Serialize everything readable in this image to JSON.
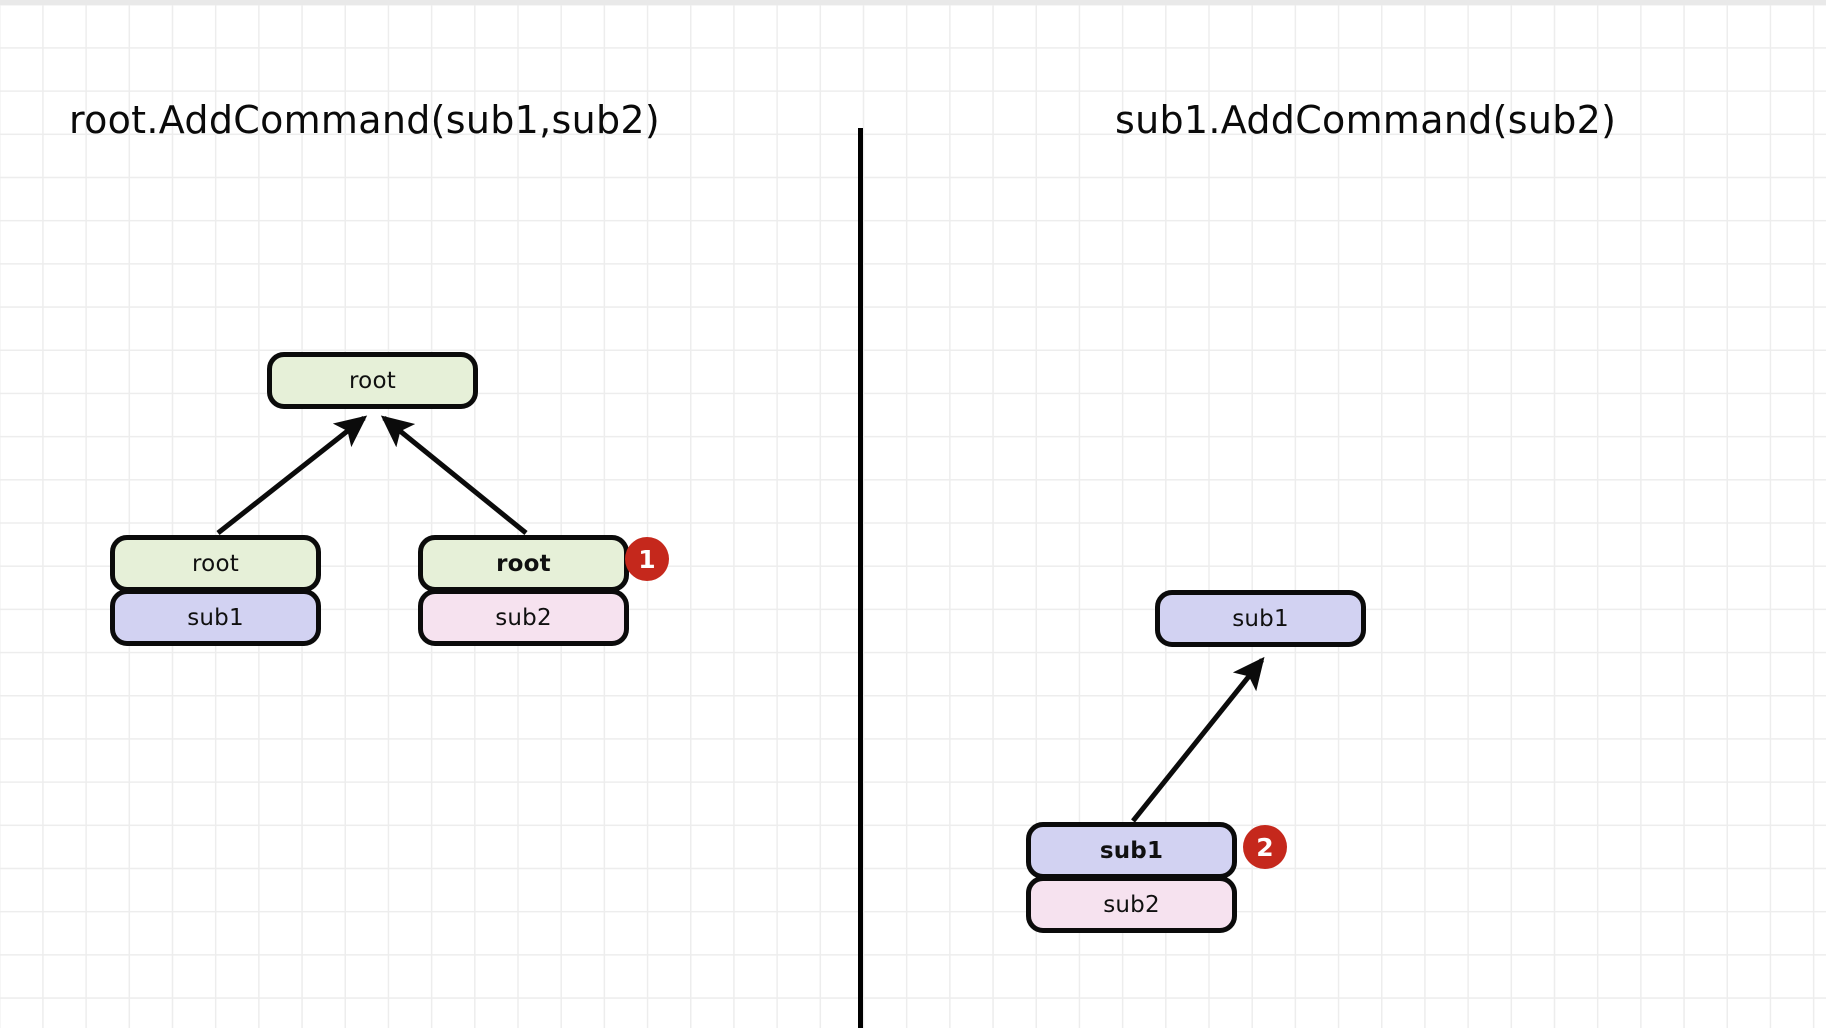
{
  "diagram": {
    "title_left": "root.AddCommand(sub1,sub2)",
    "title_right": "sub1.AddCommand(sub2)",
    "colors": {
      "green": "#e6f0d8",
      "lavender": "#d2d2f2",
      "pink": "#f6e2ef",
      "badge": "#c5281c",
      "stroke": "#0b0b0b",
      "grid": "#ededed",
      "background": "#ffffff"
    },
    "left_panel": {
      "root_node": {
        "label": "root"
      },
      "child_left": {
        "top": {
          "label": "root"
        },
        "bottom": {
          "label": "sub1"
        }
      },
      "child_right": {
        "top": {
          "label": "root"
        },
        "bottom": {
          "label": "sub2"
        },
        "badge": "1"
      }
    },
    "right_panel": {
      "sub1_node": {
        "label": "sub1"
      },
      "child": {
        "top": {
          "label": "sub1"
        },
        "bottom": {
          "label": "sub2"
        },
        "badge": "2"
      }
    }
  }
}
